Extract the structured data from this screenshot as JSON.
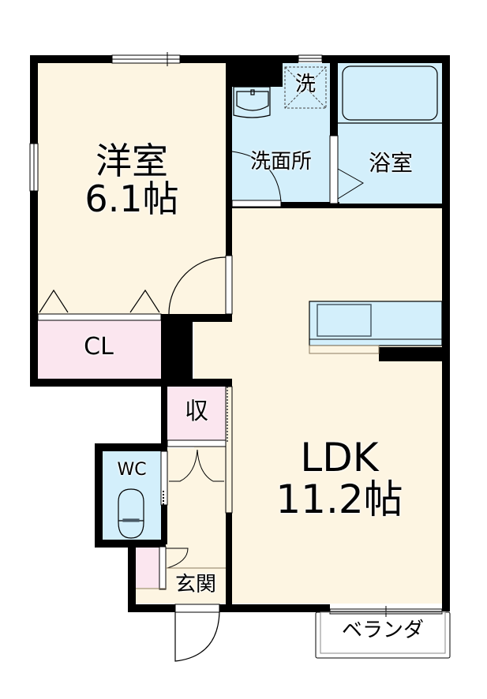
{
  "floor_plan": {
    "colors": {
      "wall": "#000000",
      "living_floor": "#fdf5e2",
      "wet_area": "#d3effb",
      "storage": "#fbe6ef",
      "background": "#ffffff"
    },
    "rooms": [
      {
        "id": "western_room",
        "name": "洋室",
        "size": "6.1帖"
      },
      {
        "id": "washroom",
        "name": "洗面所"
      },
      {
        "id": "washer_space",
        "name": "洗"
      },
      {
        "id": "bathroom",
        "name": "浴室"
      },
      {
        "id": "closet",
        "name": "CL"
      },
      {
        "id": "storage",
        "name": "収"
      },
      {
        "id": "toilet",
        "name": "WC"
      },
      {
        "id": "entrance",
        "name": "玄関"
      },
      {
        "id": "ldk",
        "name": "LDK",
        "size": "11.2帖"
      },
      {
        "id": "veranda",
        "name": "ベランダ"
      }
    ]
  }
}
